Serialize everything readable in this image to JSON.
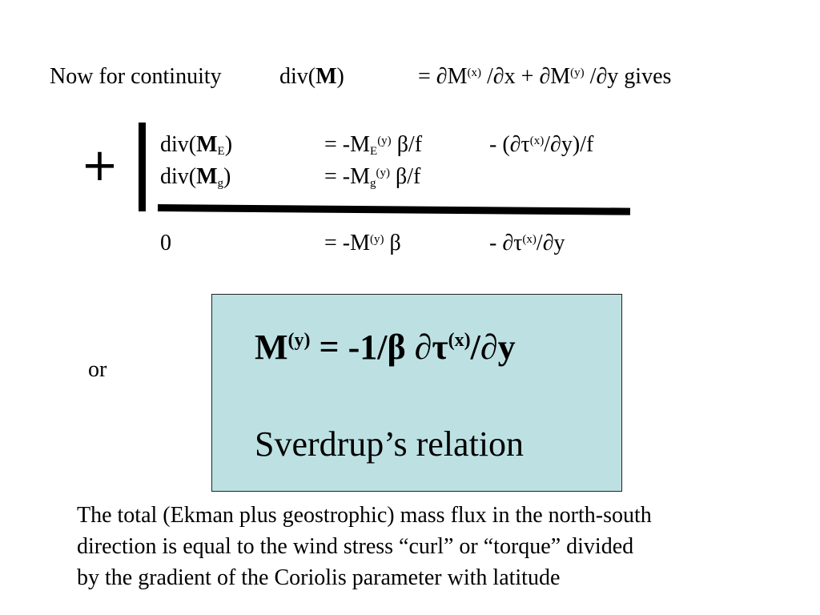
{
  "intro": {
    "text": "Now for continuity",
    "div_prefix": "div(",
    "div_M": "M",
    "div_suffix": ")",
    "rhs_a": "= ∂M",
    "rhs_sup_x": "(x)",
    "rhs_b": " /∂x + ∂M",
    "rhs_sup_y": "(y)",
    "rhs_c": " /∂y gives"
  },
  "operator": {
    "plus": "+"
  },
  "rows": [
    {
      "lhs_prefix": "div(",
      "lhs_M": "M",
      "lhs_sub": "E",
      "lhs_suffix": ")",
      "mid_a": "= -M",
      "mid_sub": "E",
      "mid_sup": "(y)",
      "mid_b": " β/f",
      "right_a": "- (∂τ",
      "right_sup": "(x)",
      "right_b": "/∂y)/f"
    },
    {
      "lhs_prefix": "div(",
      "lhs_M": "M",
      "lhs_sub": "g",
      "lhs_suffix": ")",
      "mid_a": "= -M",
      "mid_sub": "g",
      "mid_sup": "(y)",
      "mid_b": " β/f"
    },
    {
      "lhs": "0",
      "mid_a": "= -M",
      "mid_sup": "(y)",
      "mid_b": " β",
      "right_a": "- ∂τ",
      "right_sup": "(x)",
      "right_b": "/∂y"
    }
  ],
  "or_label": "or",
  "result": {
    "eq_a": "M",
    "eq_sup_y": "(y)",
    "eq_b": " = -1/β ∂τ",
    "eq_sup_x": "(x)",
    "eq_c": "/∂y",
    "name": "Sverdrup’s relation",
    "box_color": "#bde1e3"
  },
  "summary": {
    "line1": "The total (Ekman plus geostrophic) mass flux in the north-south",
    "line2": "direction is equal to the wind stress “curl” or “torque” divided",
    "line3": "by the gradient of the Coriolis parameter with latitude"
  }
}
